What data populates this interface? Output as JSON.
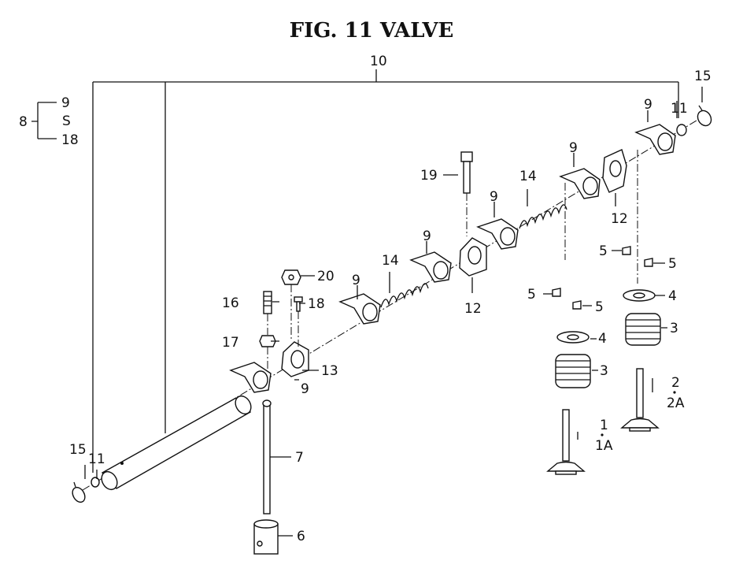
{
  "figure": {
    "title": "FIG. 11  VALVE"
  },
  "legend": {
    "group_label": "8",
    "from_label": "9",
    "range_symbol": "S",
    "to_label": "18"
  },
  "callouts": {
    "assembly": "10",
    "snap_ring_right": "15",
    "snap_ring_left": "15",
    "plug_right": "11",
    "plug_left": "11",
    "rocker_arm_a": "9",
    "rocker_arm_b": "9",
    "rocker_arm_c": "9",
    "rocker_arm_d": "9",
    "rocker_arm_e": "9",
    "rocker_arm_f": "9",
    "spring_upper": "14",
    "spring_lower": "14",
    "support_upper": "12",
    "support_middle": "12",
    "support_lower": "13",
    "bolt": "19",
    "nut": "20",
    "stud": "16",
    "lock_nut": "17",
    "screw": "18",
    "cotter_upper_left": "5",
    "cotter_upper_right": "5",
    "cotter_lower_left": "5",
    "cotter_lower_right": "5",
    "retainer_right": "4",
    "retainer_left": "4",
    "valve_spring_right": "3",
    "valve_spring_left": "3",
    "valve_right": "2",
    "valve_right_alt": "2A",
    "valve_left": "1",
    "valve_left_alt": "1A",
    "push_rod": "7",
    "tappet": "6"
  }
}
